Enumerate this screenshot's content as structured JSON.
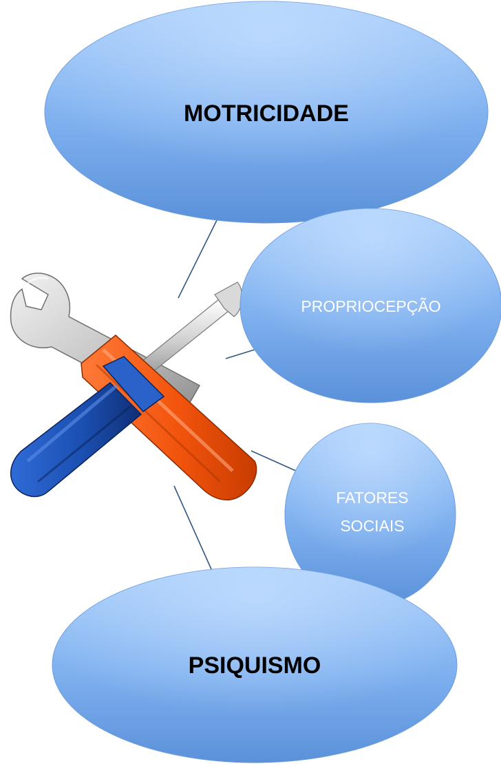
{
  "diagram": {
    "nodes": [
      {
        "id": "motricidade",
        "label": "MOTRICIDADE"
      },
      {
        "id": "propriocepcao",
        "label": "PROPRIOCEPÇÃO"
      },
      {
        "id": "fatores-sociais",
        "label_lines": [
          "FATORES",
          "SOCIAIS"
        ]
      },
      {
        "id": "psiquismo",
        "label": "PSIQUISMO"
      }
    ],
    "central_icon": "wrench-and-screwdriver-icon",
    "colors": {
      "bubble_top": "#9ec7f7",
      "bubble_bottom": "#5d93db",
      "connector": "#2f5585",
      "bold_text": "#000000",
      "light_text": "#ffffff",
      "wrench": "#c8c8c8",
      "screwdriver_handle_blue": "#1f54b8",
      "screwdriver_handle_orange": "#ff5a12"
    }
  }
}
